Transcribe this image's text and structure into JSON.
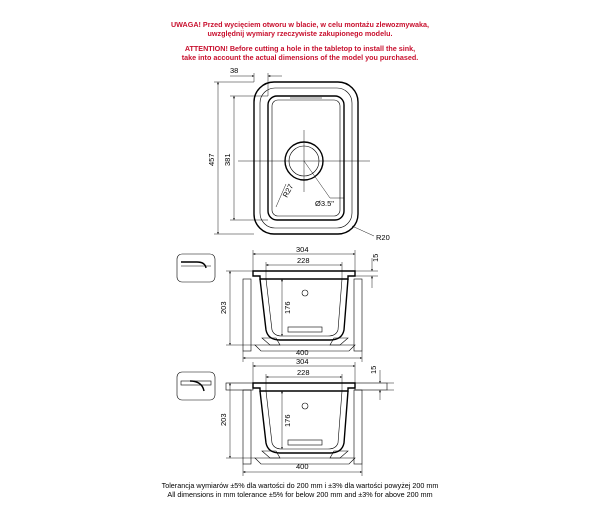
{
  "warning": {
    "pl_line1": "UWAGA! Przed wycięciem otworu w blacie, w celu montażu zlewozmywaka,",
    "pl_line2": "uwzględnij wymiary rzeczywiste zakupionego modelu.",
    "en_line1": "ATTENTION! Before cutting a hole in the tabletop to install the sink,",
    "en_line2": "take into account the actual dimensions of the model you purchased."
  },
  "top_view": {
    "dim_flange": "38",
    "dim_outer_height": "457",
    "dim_inner_height": "381",
    "dim_corner_radius": "R27",
    "dim_drain": "Ø3.5\"",
    "dim_outer_radius": "R20"
  },
  "section_top_mount": {
    "dim_top_width": "304",
    "dim_inner_width": "228",
    "dim_rim": "15",
    "dim_depth": "203",
    "dim_inner_depth": "176",
    "dim_cabinet": "400"
  },
  "section_flush_mount": {
    "dim_top_width": "304",
    "dim_inner_width": "228",
    "dim_rim": "15",
    "dim_depth": "203",
    "dim_inner_depth": "176",
    "dim_cabinet": "400"
  },
  "footer": {
    "line_pl": "Tolerancja wymiarów ±5% dla wartości do 200 mm i ±3% dla wartości powyżej 200 mm",
    "line_en": "All dimensions in mm tolerance ±5% for below 200 mm and ±3% for above 200 mm"
  },
  "colors": {
    "warning": "#c8102e",
    "line": "#000000"
  }
}
